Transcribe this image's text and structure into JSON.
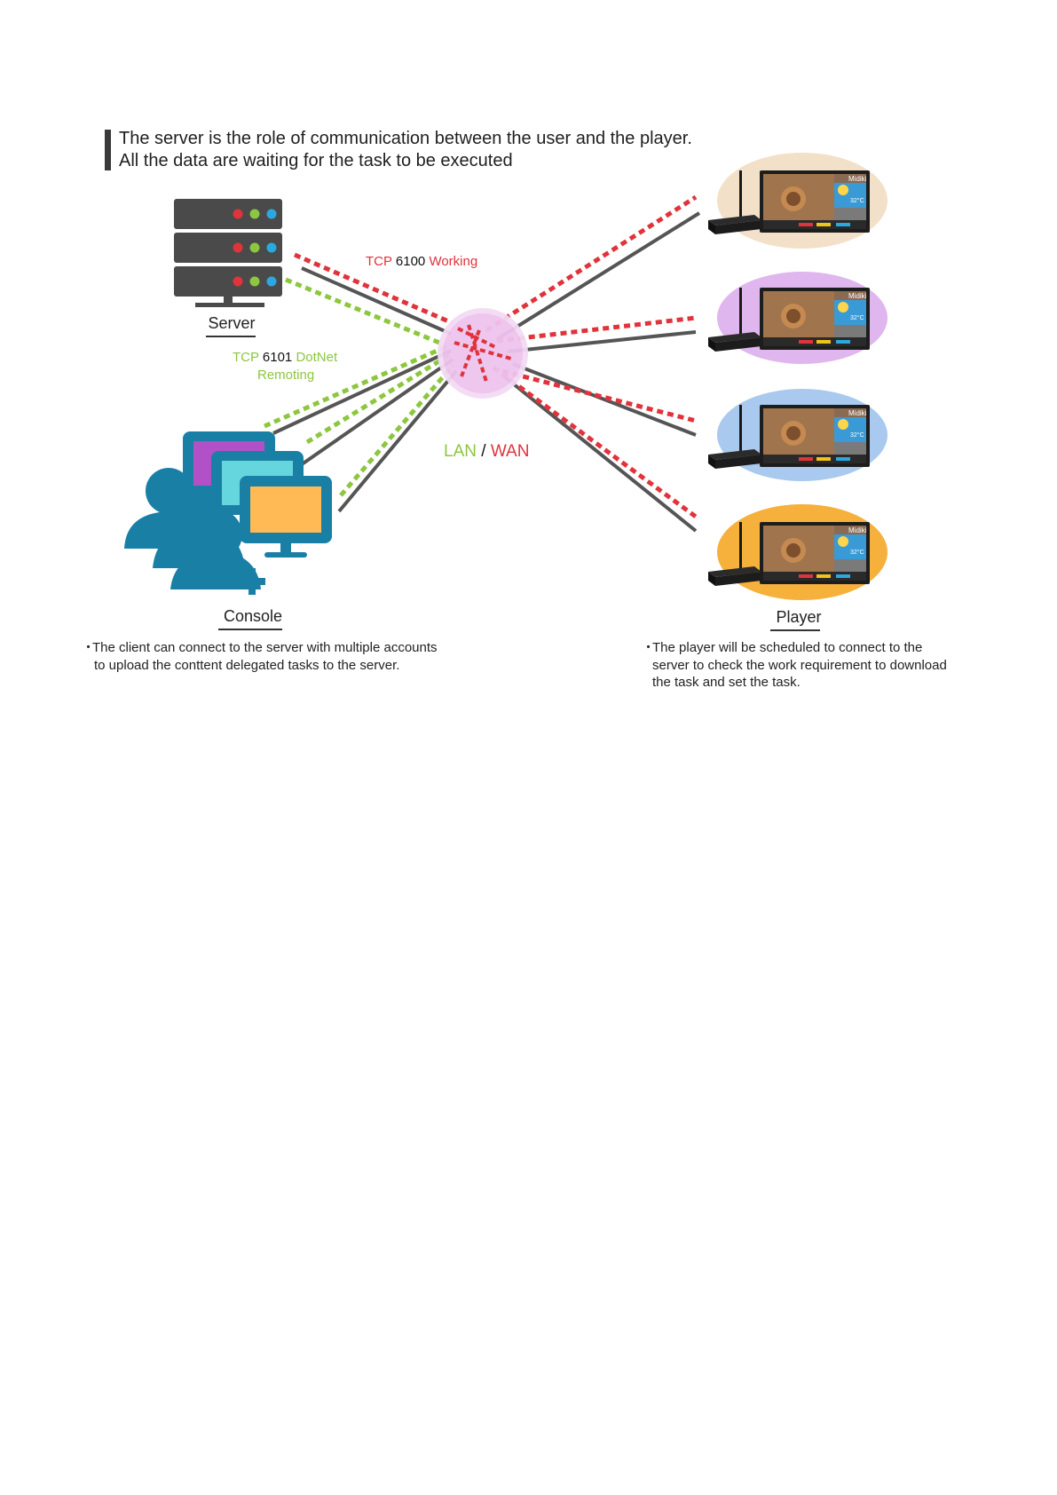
{
  "heading": {
    "line1": "The server is the role of communication between the user and the player.",
    "line2": "All the data are waiting for the task to be executed"
  },
  "nodes": {
    "server_label": "Server",
    "console_label": "Console",
    "player_label": "Player"
  },
  "links": {
    "tcp6100": {
      "proto": "TCP",
      "port": "6100",
      "name": "Working"
    },
    "tcp6101": {
      "proto": "TCP",
      "port": "6101",
      "name": "DotNet",
      "name2": "Remoting"
    },
    "network": {
      "lan": "LAN",
      "sep": "/",
      "wan": "WAN"
    }
  },
  "descriptions": {
    "console": {
      "bullet": "・",
      "line1": "The client can connect to the server with multiple accounts",
      "line2": "to upload the conttent delegated tasks to the server."
    },
    "player": {
      "bullet": "・",
      "line1": "The player will be scheduled to connect to the",
      "line2": "server to check the work requirement to download",
      "line3": "the task and set the task."
    }
  },
  "player_screen": {
    "brand": "Midiki",
    "temp": "32°C"
  },
  "colors": {
    "red_link": "#e0333b",
    "green_link": "#8dc63f",
    "gray_link": "#555555",
    "hub": "#eec3ee",
    "console_blue": "#1a7fa5",
    "player_backgrounds": [
      "#f3e0c8",
      "#e0b6ee",
      "#a9c9ef",
      "#f6b03c"
    ]
  }
}
